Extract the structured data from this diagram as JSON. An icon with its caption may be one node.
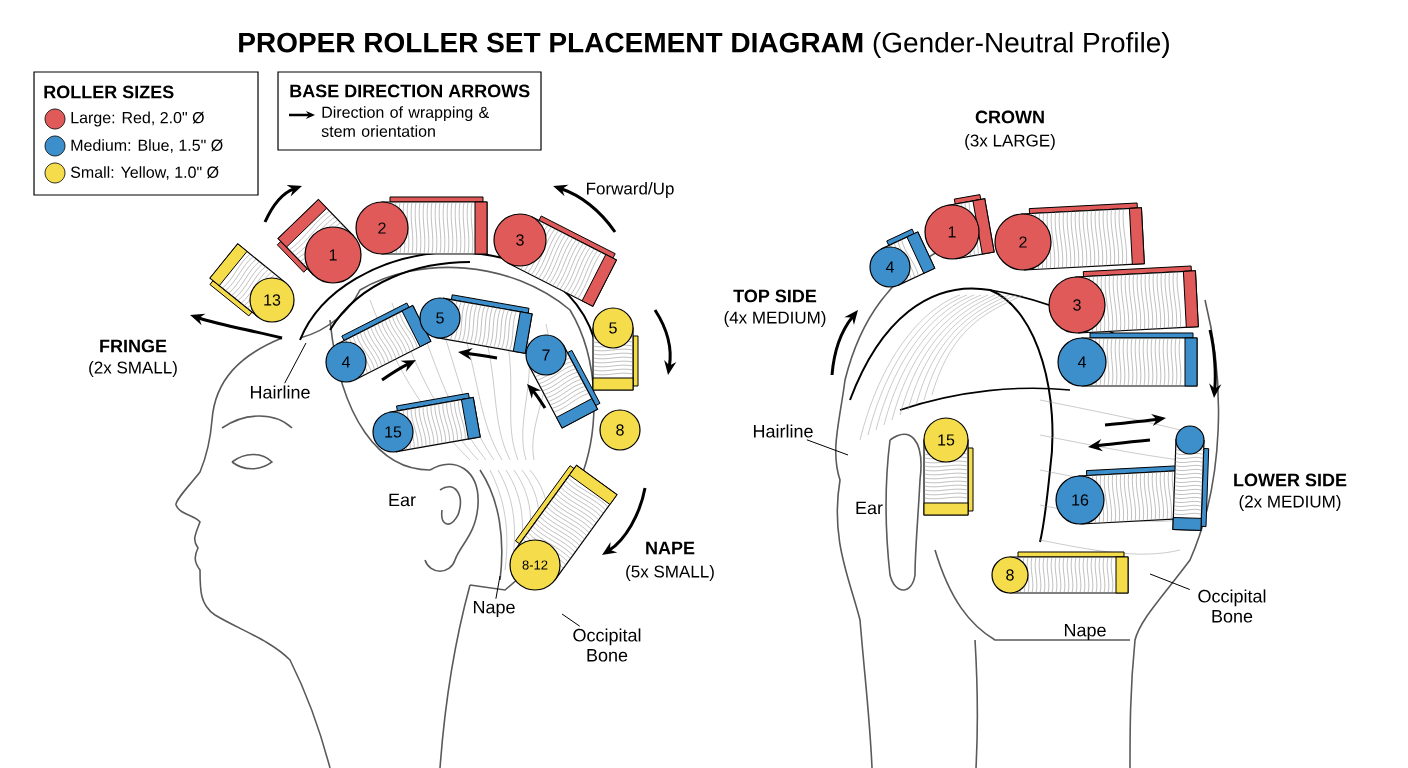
{
  "diagram": {
    "title": "**PROPER ROLLER SET PLACEMENT DIAGRAM** (Gender-Neutral Profile)",
    "nodes": [
      {
        "text": [
          "13"
        ]
      },
      {
        "text": [
          "1"
        ]
      },
      {
        "text": [
          "2"
        ]
      },
      {
        "text": [
          "3"
        ]
      },
      {
        "text": [
          "5"
        ]
      },
      {
        "text": [
          "4"
        ]
      },
      {
        "text": [
          "5"
        ]
      },
      {
        "text": [
          "7"
        ]
      },
      {
        "text": [
          "8"
        ]
      },
      {
        "text": [
          "Hairline"
        ]
      },
      {
        "text": [
          "15"
        ]
      },
      {
        "text": [
          "8-12"
        ]
      },
      {
        "text": [
          "Nape"
        ]
      },
      {
        "text": [
          "Occipital Bone"
        ]
      },
      {
        "text": [
          "4"
        ]
      },
      {
        "text": [
          "1"
        ]
      },
      {
        "text": [
          "2"
        ]
      },
      {
        "text": [
          "3"
        ]
      },
      {
        "text": [
          "4"
        ]
      },
      {
        "text": [
          "Hairline"
        ]
      },
      {
        "text": [
          "15"
        ]
      },
      {
        "text": [
          "16"
        ]
      },
      {
        "text": [],
        "shape": "cylinder"
      },
      {
        "text": [
          "8"
        ]
      },
      {
        "text": [
          "Occipital Bone"
        ]
      }
    ],
    "edges": [
      {
        "from": 9,
        "to": null,
        "arrow": "none"
      },
      {
        "from": 12,
        "to": null,
        "arrow": "none"
      },
      {
        "from": 13,
        "to": null,
        "arrow": "none"
      },
      {
        "from": 19,
        "to": null,
        "arrow": "none"
      },
      {
        "from": 24,
        "to": null,
        "arrow": "none"
      }
    ],
    "labels": [
      "ROLLER SIZES",
      "BASE DIRECTION ARROWS",
      "Forward/Up",
      "CROWN",
      "(3x LARGE)",
      "TOP SIDE",
      "(4x MEDIUM)",
      "FRINGE",
      "(2x SMALL)",
      "LOWER SIDE",
      "(2x MEDIUM)",
      "Ear",
      "Ear",
      "NAPE",
      "(5x SMALL)",
      "Nape"
    ],
    "legend": [
      {
        "text": "Large: Red, 2.0\" Ø",
        "color": "#e05a5a"
      },
      {
        "text": "Medium: Blue, 1.5\" Ø",
        "color": "#3d8fcc"
      },
      {
        "text": "Small: Yellow, 1.0\" Ø",
        "color": "#f5dc4a"
      },
      {
        "text": "Direction of wrapping & stem orientation"
      }
    ]
  }
}
